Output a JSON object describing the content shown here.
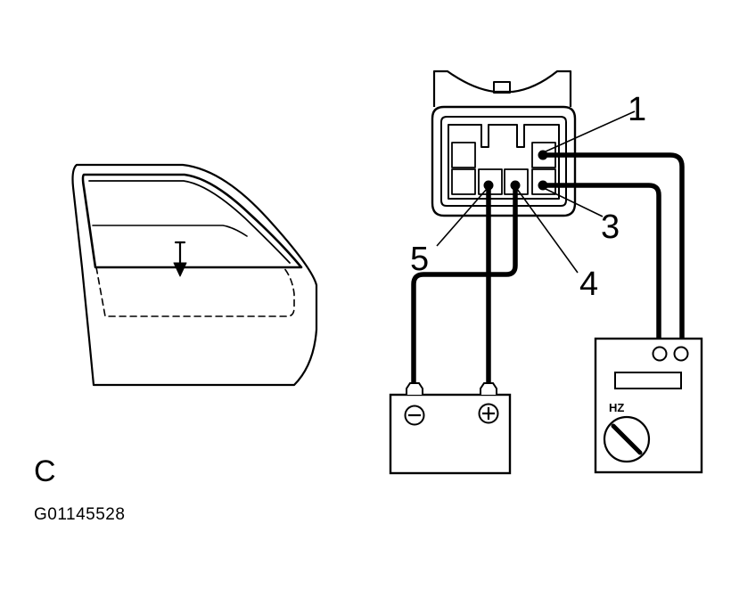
{
  "view_letter": "C",
  "figure_id": "G01145528",
  "callouts": {
    "one": "1",
    "three": "3",
    "four": "4",
    "five": "5"
  },
  "meter": {
    "hz_label": "HZ"
  },
  "battery": {
    "negative_symbol": "⊖",
    "positive_symbol": "⊕"
  },
  "colors": {
    "line": "#000000",
    "background": "#ffffff"
  }
}
